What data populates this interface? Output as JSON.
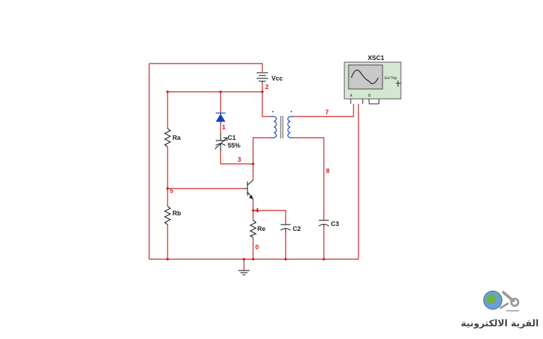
{
  "components": {
    "vcc": "Vcc",
    "ra": "Ra",
    "rb": "Rb",
    "re": "Re",
    "c1_name": "C1",
    "c1_value": "55%",
    "c2": "C2",
    "c3": "C3",
    "scope": "XSC1",
    "scope_ext": "Ext Trig"
  },
  "nodes": {
    "n0": "0",
    "n1": "1",
    "n2": "2",
    "n3": "3",
    "n4": "4",
    "n5": "5",
    "n7": "7",
    "n8": "8"
  },
  "logo": {
    "text": "القرية الالكترونية"
  },
  "colors": {
    "wire": "#cc1f1f",
    "component": "#1a1a1a",
    "coil": "#1a3fb0",
    "scope_bg": "#d4e7d0"
  }
}
